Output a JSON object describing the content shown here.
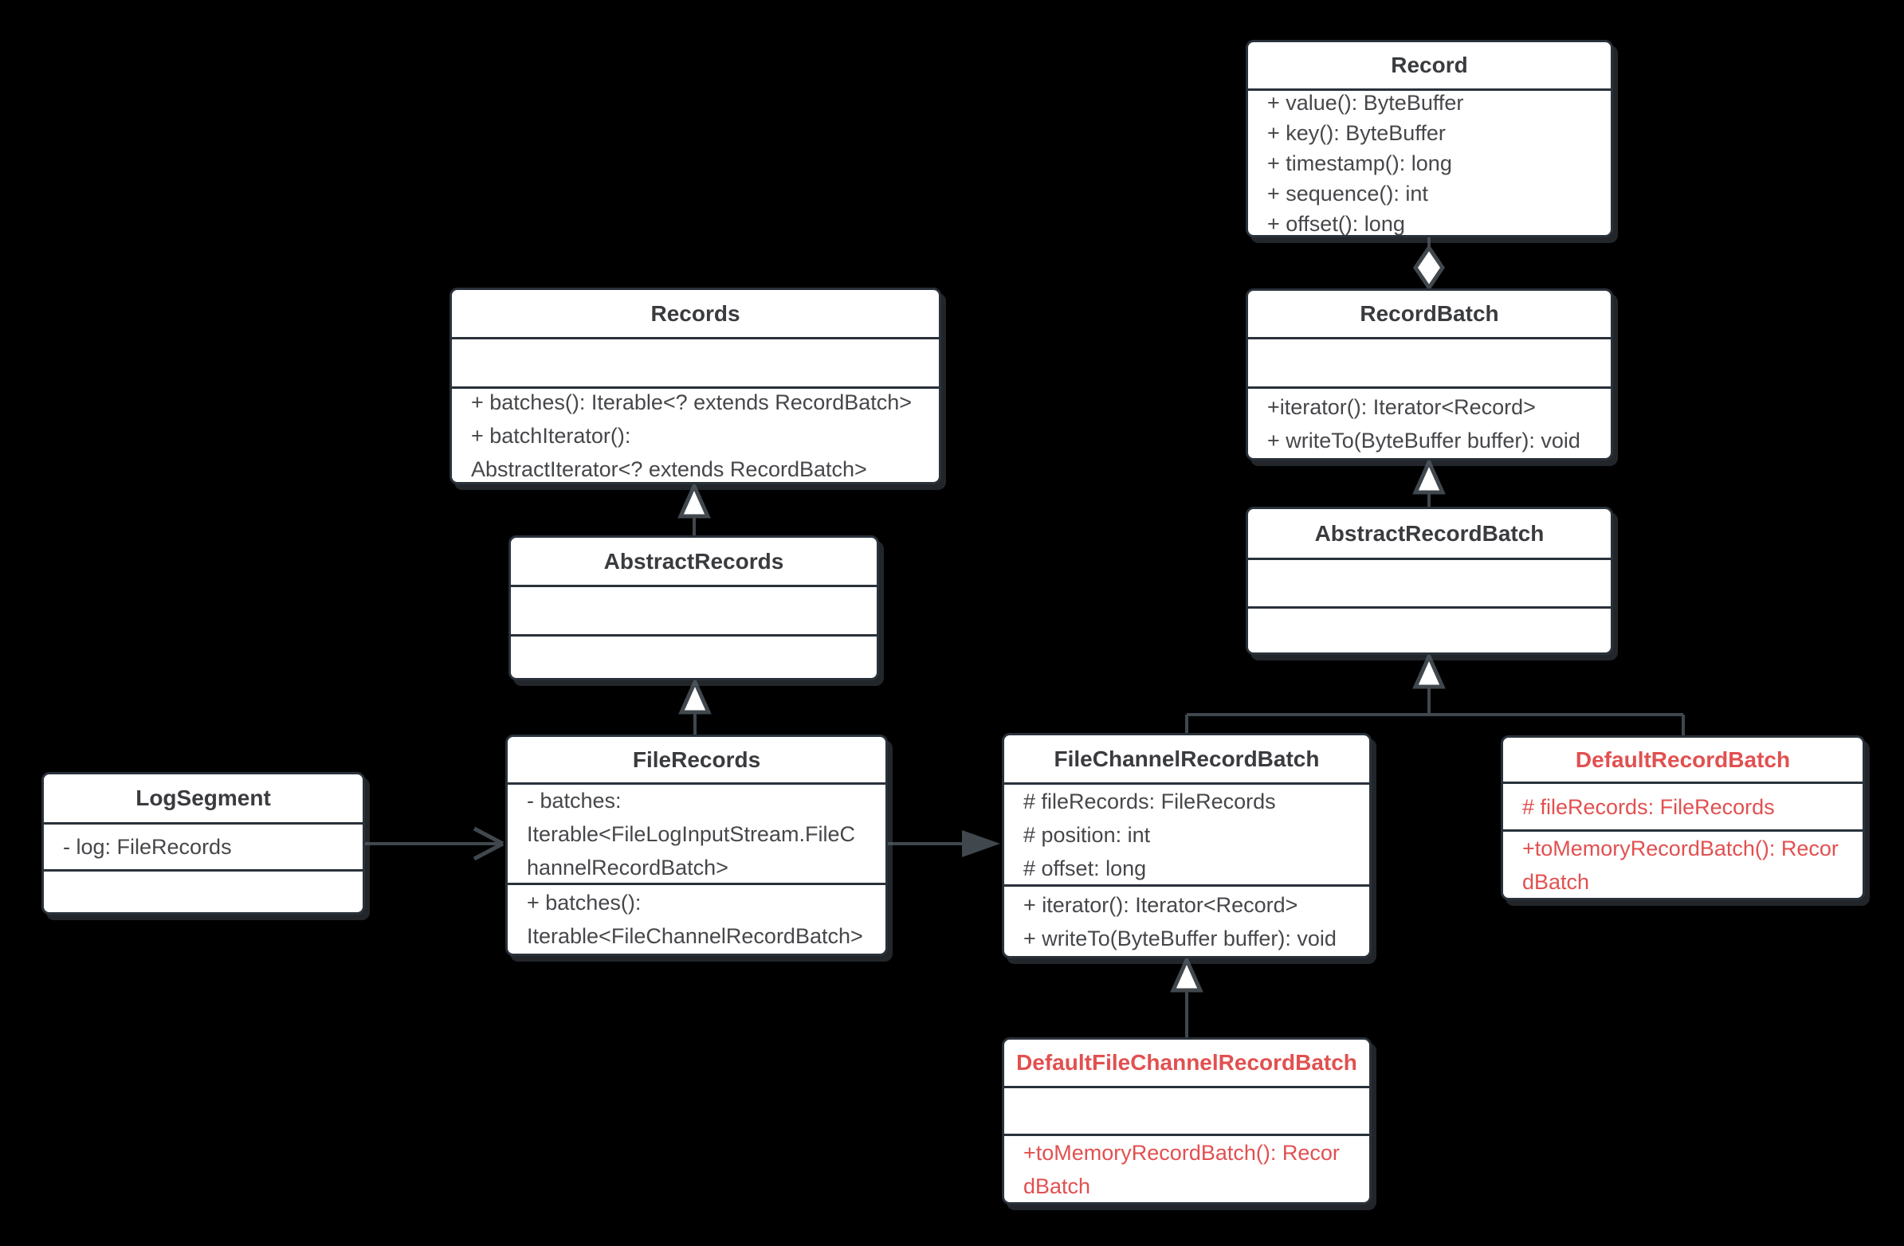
{
  "diagram": {
    "kind": "uml-class-diagram",
    "background": "#000000",
    "colors": {
      "box_fill": "#FFFFFF",
      "box_border": "#29313A",
      "connector": "#40474D",
      "text": "#46474A",
      "title_text": "#3A3B3E",
      "highlight_red": "#E25050"
    },
    "classes": [
      {
        "id": "record",
        "title": "Record",
        "accent": "default",
        "attributes": null,
        "methods": [
          "+ value(): ByteBuffer",
          "+ key(): ByteBuffer",
          "+ timestamp(): long",
          "+ sequence(): int",
          "+ offset(): long"
        ]
      },
      {
        "id": "record-batch",
        "title": "RecordBatch",
        "accent": "default",
        "attributes": [],
        "methods": [
          "+iterator(): Iterator<Record>",
          "+ writeTo(ByteBuffer buffer): void"
        ]
      },
      {
        "id": "abstract-record-batch",
        "title": "AbstractRecordBatch",
        "accent": "default",
        "attributes": [],
        "methods": []
      },
      {
        "id": "records",
        "title": "Records",
        "accent": "default",
        "attributes": [],
        "methods": [
          "+ batches(): Iterable<? extends RecordBatch>",
          "+ batchIterator():\nAbstractIterator<? extends RecordBatch>"
        ]
      },
      {
        "id": "abstract-records",
        "title": "AbstractRecords",
        "accent": "default",
        "attributes": [],
        "methods": []
      },
      {
        "id": "file-records",
        "title": "FileRecords",
        "accent": "default",
        "attributes": [
          "- batches:\nIterable<FileLogInputStream.FileC\nhannelRecordBatch>"
        ],
        "methods": [
          "+ batches():\nIterable<FileChannelRecordBatch>"
        ]
      },
      {
        "id": "log-segment",
        "title": "LogSegment",
        "accent": "default",
        "attributes": [
          "- log: FileRecords"
        ],
        "methods": []
      },
      {
        "id": "file-channel-record-batch",
        "title": "FileChannelRecordBatch",
        "accent": "default",
        "attributes": [
          "# fileRecords: FileRecords",
          "# position: int",
          "# offset: long"
        ],
        "methods": [
          "+ iterator(): Iterator<Record>",
          "+ writeTo(ByteBuffer buffer): void"
        ]
      },
      {
        "id": "default-record-batch",
        "title": "DefaultRecordBatch",
        "accent": "red",
        "attributes": [
          "# fileRecords: FileRecords"
        ],
        "methods": [
          "+toMemoryRecordBatch(): Recor\ndBatch"
        ]
      },
      {
        "id": "default-file-channel-record-batch",
        "title": "DefaultFileChannelRecordBatch",
        "accent": "red",
        "attributes": [],
        "methods": [
          "+toMemoryRecordBatch(): Recor\ndBatch"
        ]
      }
    ],
    "relationships": [
      {
        "from": "abstract-records",
        "to": "records",
        "type": "inheritance"
      },
      {
        "from": "file-records",
        "to": "abstract-records",
        "type": "inheritance"
      },
      {
        "from": "record-batch",
        "to": "record",
        "type": "aggregation"
      },
      {
        "from": "abstract-record-batch",
        "to": "record-batch",
        "type": "inheritance"
      },
      {
        "from": "file-channel-record-batch",
        "to": "abstract-record-batch",
        "type": "inheritance"
      },
      {
        "from": "default-record-batch",
        "to": "abstract-record-batch",
        "type": "inheritance"
      },
      {
        "from": "log-segment",
        "to": "file-records",
        "type": "association"
      },
      {
        "from": "file-records",
        "to": "file-channel-record-batch",
        "type": "directed-association"
      },
      {
        "from": "default-file-channel-record-batch",
        "to": "file-channel-record-batch",
        "type": "inheritance"
      }
    ]
  }
}
